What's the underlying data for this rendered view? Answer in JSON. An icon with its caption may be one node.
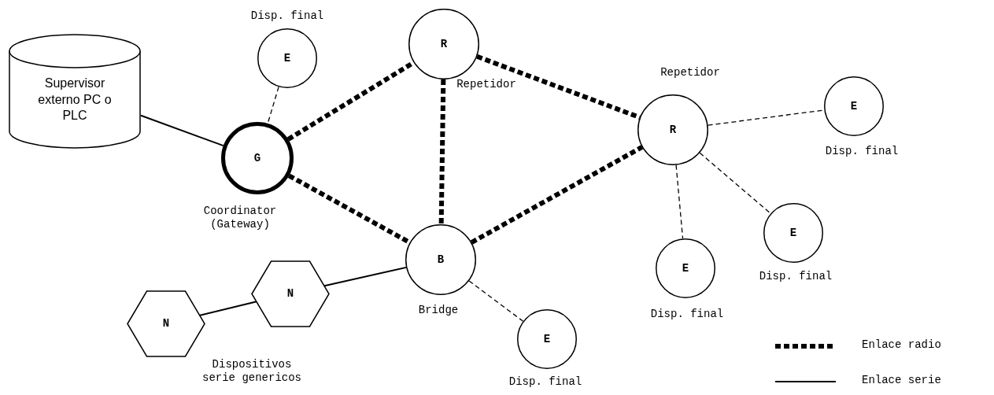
{
  "diagram": {
    "nodes": [
      {
        "text": [
          "Supervisor externo PC o PLC"
        ]
      },
      {
        "text": [
          "G"
        ],
        "beside": [
          "Coordinator (Gateway)"
        ]
      },
      {
        "text": [
          "E"
        ],
        "beside": [
          "Disp. final"
        ]
      },
      {
        "text": [
          "R"
        ],
        "beside": [
          "Repetidor"
        ]
      },
      {
        "text": [
          "R"
        ],
        "beside": [
          "Repetidor"
        ]
      },
      {
        "text": [
          "E"
        ],
        "beside": [
          "Disp. final"
        ]
      },
      {
        "text": [
          "B"
        ],
        "beside": [
          "Bridge"
        ]
      },
      {
        "text": [
          "E"
        ],
        "beside": [
          "Disp. final"
        ]
      },
      {
        "text": [
          "E"
        ],
        "beside": [
          "Disp. final"
        ]
      },
      {
        "text": [
          "E"
        ],
        "beside": [
          "Disp. final"
        ]
      },
      {
        "text": [
          "N"
        ]
      },
      {
        "text": [
          "N"
        ]
      }
    ],
    "edges": [
      {
        "from": 0,
        "to": 1,
        "arrow": "none"
      },
      {
        "from": 2,
        "to": 1,
        "arrow": "none",
        "style": "dashed"
      },
      {
        "from": 1,
        "to": 3,
        "arrow": "none",
        "style": "dashed"
      },
      {
        "from": 1,
        "to": 6,
        "arrow": "none",
        "style": "dashed"
      },
      {
        "from": 3,
        "to": 6,
        "arrow": "none",
        "style": "dashed"
      },
      {
        "from": 3,
        "to": 4,
        "arrow": "none",
        "style": "dashed"
      },
      {
        "from": 6,
        "to": 4,
        "arrow": "none",
        "style": "dashed"
      },
      {
        "from": 4,
        "to": 5,
        "arrow": "none",
        "style": "dashed"
      },
      {
        "from": 4,
        "to": 7,
        "arrow": "none",
        "style": "dashed"
      },
      {
        "from": 4,
        "to": 8,
        "arrow": "none",
        "style": "dashed"
      },
      {
        "from": 6,
        "to": 9,
        "arrow": "none",
        "style": "dashed"
      },
      {
        "from": 6,
        "to": 10,
        "arrow": "none"
      },
      {
        "from": 10,
        "to": 11,
        "arrow": "none"
      }
    ],
    "labels": [
      "Dispositivos serie genericos"
    ],
    "legend": [
      {
        "text": "Enlace radio"
      },
      {
        "text": "Enlace serie"
      }
    ]
  }
}
